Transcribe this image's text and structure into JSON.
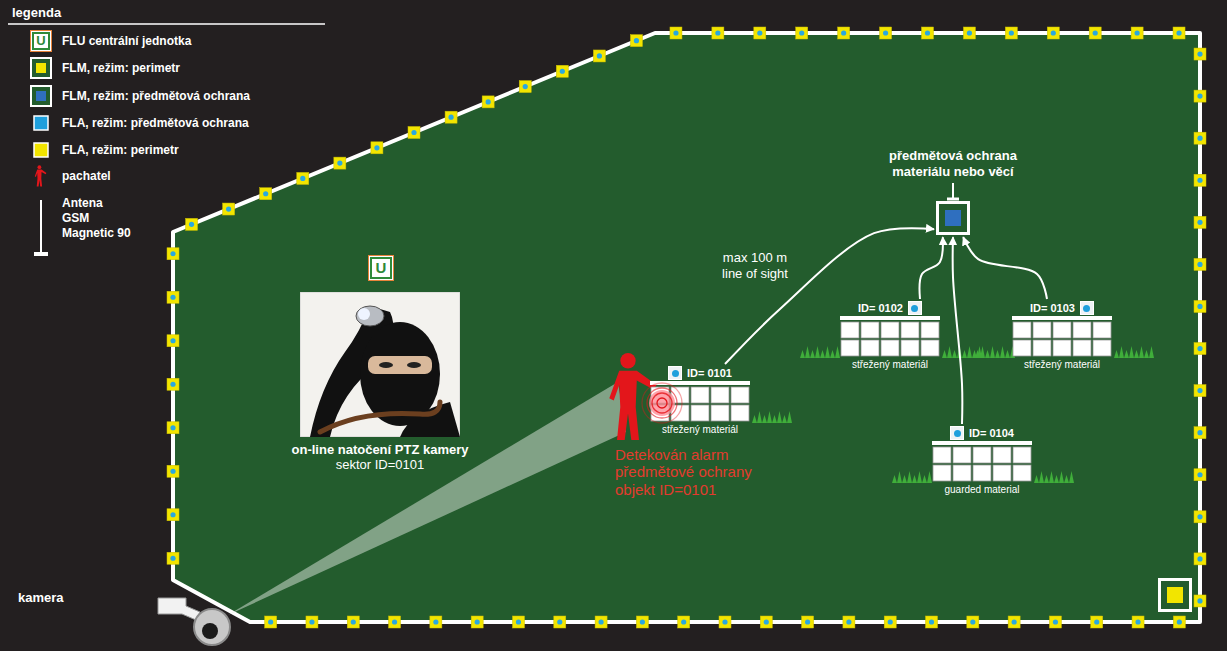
{
  "diagram": {
    "nodes": [
      {
        "text": [
          "předmětová ochrana materiálu nebo věcí"
        ]
      },
      {
        "text": [
          "U"
        ]
      },
      {
        "text": [
          "on-line natočení PTZ kamery",
          "sektor ID=0101"
        ]
      },
      {
        "text": [
          "ID= 0101",
          "střežený materiál"
        ]
      },
      {
        "text": [
          "ID= 0102",
          "střežený materiál"
        ]
      },
      {
        "text": [
          "ID= 0103",
          "střežený materiál"
        ]
      },
      {
        "text": [
          "ID= 0104",
          "guarded material"
        ]
      }
    ],
    "edges": [
      {
        "from": 3,
        "to": 0,
        "arrow": "to",
        "label": "max 100 m line of sight"
      },
      {
        "from": 4,
        "to": 0,
        "arrow": "to"
      },
      {
        "from": 5,
        "to": 0,
        "arrow": "to"
      },
      {
        "from": 6,
        "to": 0,
        "arrow": "to"
      }
    ],
    "labels": [
      "legenda",
      "U",
      "kamera",
      "Detekován alarm předmětové ochrany objekt ID=0101"
    ],
    "legend": [
      {
        "text": "FLU centrální jednotka"
      },
      {
        "text": "FLM, režim: perimetr"
      },
      {
        "text": "FLM, režim: předmětová ochrana"
      },
      {
        "text": "FLA, režim: předmětová ochrana",
        "color": "#1e9fdc"
      },
      {
        "text": "FLA, režim: perimetr",
        "color": "#f2e500"
      },
      {
        "text": "pachatel"
      },
      {
        "text": "Antena GSM Magnetic 90"
      }
    ]
  }
}
